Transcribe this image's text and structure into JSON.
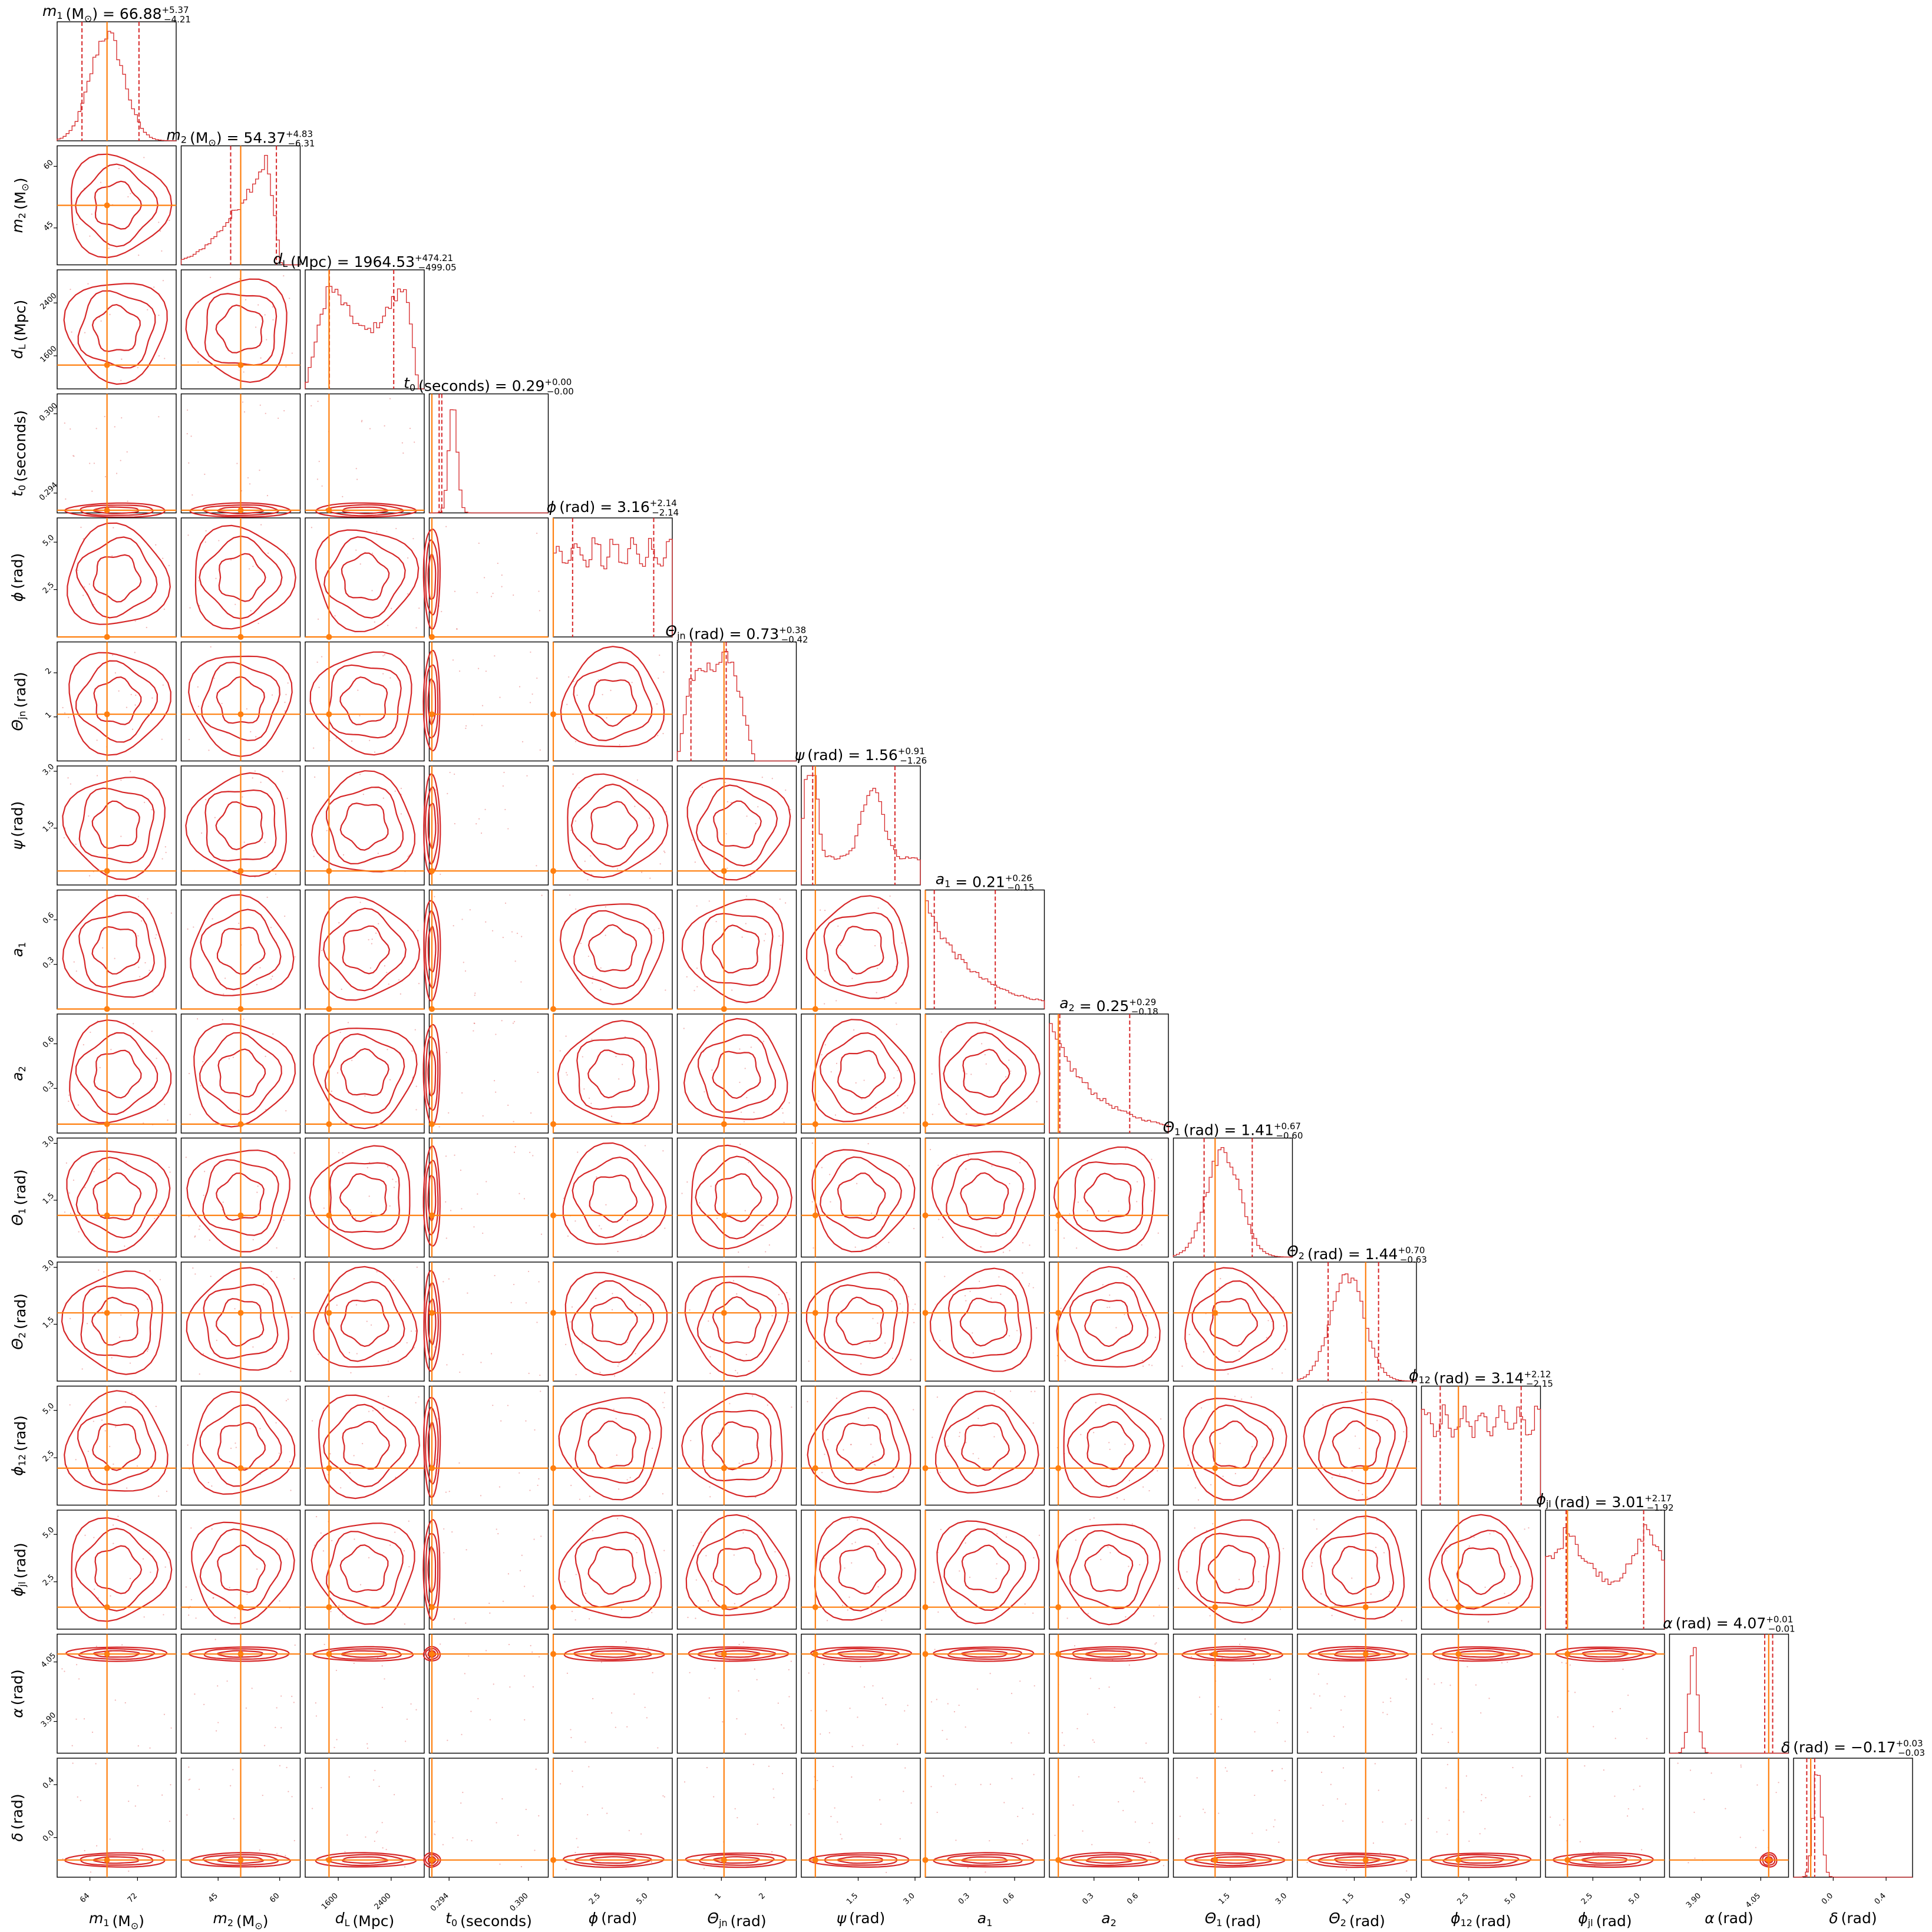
{
  "chart_data": {
    "type": "corner",
    "colors": {
      "contour": "#d62728",
      "truth": "#ff7f0e",
      "quantile": "#d62728",
      "frame": "#000000"
    },
    "parameters": [
      {
        "key": "m1",
        "label_math": "m",
        "label_sub": "1",
        "unit": "(M",
        "unit_sub": "⊙",
        "unit_close": ")",
        "median": "66.88",
        "plus": "+5.37",
        "minus": "−4.21",
        "range": [
          58.5,
          78.5
        ],
        "truth": 66.88,
        "ticks": [
          "64",
          "72"
        ],
        "tick_values": [
          64,
          72
        ],
        "hist": "bell",
        "q": [
          62.67,
          72.25
        ]
      },
      {
        "key": "m2",
        "label_math": "m",
        "label_sub": "2",
        "unit": "(M",
        "unit_sub": "⊙",
        "unit_close": ")",
        "median": "54.37",
        "plus": "+4.83",
        "minus": "−6.31",
        "range": [
          36,
          65
        ],
        "truth": 50.5,
        "ticks": [
          "45",
          "60"
        ],
        "tick_values": [
          45,
          60
        ],
        "hist": "rising",
        "q": [
          48.06,
          59.2
        ]
      },
      {
        "key": "dL",
        "label_math": "d",
        "label_sub": "L",
        "unit": "(Mpc)",
        "unit_sub": "",
        "unit_close": "",
        "median": "1964.53",
        "plus": "+474.21",
        "minus": "−499.05",
        "range": [
          1100,
          2900
        ],
        "truth": 1460,
        "ticks": [
          "1600",
          "2400"
        ],
        "tick_values": [
          1600,
          2400
        ],
        "hist": "plateau",
        "q": [
          1465.48,
          2438.74
        ]
      },
      {
        "key": "t0",
        "label_math": "t",
        "label_sub": "0",
        "unit": "(seconds)",
        "unit_sub": "",
        "unit_close": "",
        "median": "0.29",
        "plus": "+0.00",
        "minus": "−0.00",
        "range": [
          0.2925,
          0.3015
        ],
        "truth": 0.2927,
        "ticks": [
          "0.294",
          "0.300"
        ],
        "tick_values": [
          0.294,
          0.3
        ],
        "hist": "spike",
        "q": [
          0.29325,
          0.29345
        ]
      },
      {
        "key": "phi",
        "label_math": "ϕ",
        "label_sub": "",
        "unit": "(rad)",
        "unit_sub": "",
        "unit_close": "",
        "median": "3.16",
        "plus": "+2.14",
        "minus": "−2.14",
        "range": [
          0,
          6.28
        ],
        "truth": 0.0,
        "ticks": [
          "2.5",
          "5.0"
        ],
        "tick_values": [
          2.5,
          5.0
        ],
        "hist": "flat",
        "q": [
          1.02,
          5.3
        ]
      },
      {
        "key": "thetajn",
        "label_math": "Θ",
        "label_sub": "jn",
        "unit": "(rad)",
        "unit_sub": "",
        "unit_close": "",
        "median": "0.73",
        "plus": "+0.38",
        "minus": "−0.42",
        "range": [
          0,
          2.7
        ],
        "truth": 1.06,
        "ticks": [
          "1",
          "2"
        ],
        "tick_values": [
          1,
          2
        ],
        "hist": "steplow",
        "q": [
          0.31,
          1.11
        ]
      },
      {
        "key": "psi",
        "label_math": "ψ",
        "label_sub": "",
        "unit": "(rad)",
        "unit_sub": "",
        "unit_close": "",
        "median": "1.56",
        "plus": "+0.91",
        "minus": "−1.26",
        "range": [
          0,
          3.14
        ],
        "truth": 0.37,
        "ticks": [
          "1.5",
          "3.0"
        ],
        "tick_values": [
          1.5,
          3.0
        ],
        "hist": "bimodal",
        "q": [
          0.3,
          2.47
        ]
      },
      {
        "key": "a1",
        "label_math": "a",
        "label_sub": "1",
        "unit": "",
        "unit_sub": "",
        "unit_close": "",
        "median": "0.21",
        "plus": "+0.26",
        "minus": "−0.15",
        "range": [
          0,
          0.8
        ],
        "truth": 0.0,
        "ticks": [
          "0.3",
          "0.6"
        ],
        "tick_values": [
          0.3,
          0.6
        ],
        "hist": "decay",
        "q": [
          0.06,
          0.47
        ]
      },
      {
        "key": "a2",
        "label_math": "a",
        "label_sub": "2",
        "unit": "",
        "unit_sub": "",
        "unit_close": "",
        "median": "0.25",
        "plus": "+0.29",
        "minus": "−0.18",
        "range": [
          0,
          0.8
        ],
        "truth": 0.06,
        "ticks": [
          "0.3",
          "0.6"
        ],
        "tick_values": [
          0.3,
          0.6
        ],
        "hist": "decay",
        "q": [
          0.07,
          0.54
        ]
      },
      {
        "key": "theta1",
        "label_math": "Θ",
        "label_sub": "1",
        "unit": "(rad)",
        "unit_sub": "",
        "unit_close": "",
        "median": "1.41",
        "plus": "+0.67",
        "minus": "−0.60",
        "range": [
          0,
          3.14
        ],
        "truth": 1.1,
        "ticks": [
          "1.5",
          "3.0"
        ],
        "tick_values": [
          1.5,
          3.0
        ],
        "hist": "bell",
        "q": [
          0.81,
          2.08
        ]
      },
      {
        "key": "theta2",
        "label_math": "Θ",
        "label_sub": "2",
        "unit": "(rad)",
        "unit_sub": "",
        "unit_close": "",
        "median": "1.44",
        "plus": "+0.70",
        "minus": "−0.63",
        "range": [
          0,
          3.14
        ],
        "truth": 1.8,
        "ticks": [
          "1.5",
          "3.0"
        ],
        "tick_values": [
          1.5,
          3.0
        ],
        "hist": "bell",
        "q": [
          0.81,
          2.14
        ]
      },
      {
        "key": "phi12",
        "label_math": "ϕ",
        "label_sub": "12",
        "unit": "(rad)",
        "unit_sub": "",
        "unit_close": "",
        "median": "3.14",
        "plus": "+2.12",
        "minus": "−2.15",
        "range": [
          0,
          6.28
        ],
        "truth": 1.95,
        "ticks": [
          "2.5",
          "5.0"
        ],
        "tick_values": [
          2.5,
          5.0
        ],
        "hist": "flat",
        "q": [
          0.99,
          5.26
        ]
      },
      {
        "key": "phijl",
        "label_math": "ϕ",
        "label_sub": "jl",
        "unit": "(rad)",
        "unit_sub": "",
        "unit_close": "",
        "median": "3.01",
        "plus": "+2.17",
        "minus": "−1.92",
        "range": [
          0,
          6.28
        ],
        "truth": 1.16,
        "ticks": [
          "2.5",
          "5.0"
        ],
        "tick_values": [
          2.5,
          5.0
        ],
        "hist": "bimodalwide",
        "q": [
          1.09,
          5.18
        ]
      },
      {
        "key": "alpha",
        "label_math": "α",
        "label_sub": "",
        "unit": "(rad)",
        "unit_sub": "",
        "unit_close": "",
        "median": "4.07",
        "plus": "+0.01",
        "minus": "−0.01",
        "range": [
          3.82,
          4.12
        ],
        "truth": 4.07,
        "ticks": [
          "3.90",
          "4.05"
        ],
        "tick_values": [
          3.9,
          4.05
        ],
        "hist": "spike",
        "q": [
          4.06,
          4.08
        ]
      },
      {
        "key": "delta",
        "label_math": "δ",
        "label_sub": "",
        "unit": "(rad)",
        "unit_sub": "",
        "unit_close": "",
        "median": "−0.17",
        "plus": "+0.03",
        "minus": "−0.03",
        "range": [
          -0.3,
          0.6
        ],
        "truth": -0.17,
        "ticks": [
          "0.0",
          "0.4"
        ],
        "tick_values": [
          0.0,
          0.4
        ],
        "hist": "spike",
        "q": [
          -0.2,
          -0.14
        ]
      }
    ]
  }
}
